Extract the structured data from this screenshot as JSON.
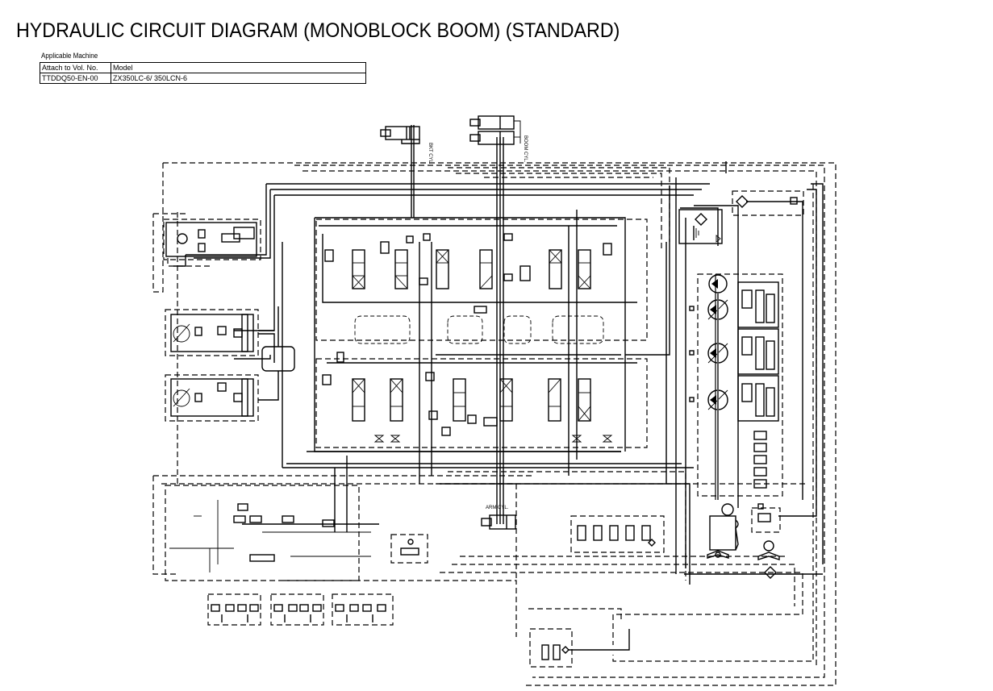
{
  "document": {
    "title": "HYDRAULIC CIRCUIT DIAGRAM (MONOBLOCK BOOM) (STANDARD)",
    "applicable_machine_label": "Applicable Machine",
    "table": {
      "headers": [
        "Attach to Vol. No.",
        "Model"
      ],
      "rows": [
        [
          "TTDDQ50-EN-00",
          "ZX350LC-6/ 350LCN-6"
        ]
      ]
    }
  },
  "diagram": {
    "components": {
      "bucket_cylinder_label": "BKT CYL.",
      "boom_cylinder_label": "BOOM CYL.",
      "arm_cylinder_label": "ARM CYL."
    },
    "line_types": {
      "main_circuit": "solid",
      "pilot_circuit": "dashed"
    }
  }
}
